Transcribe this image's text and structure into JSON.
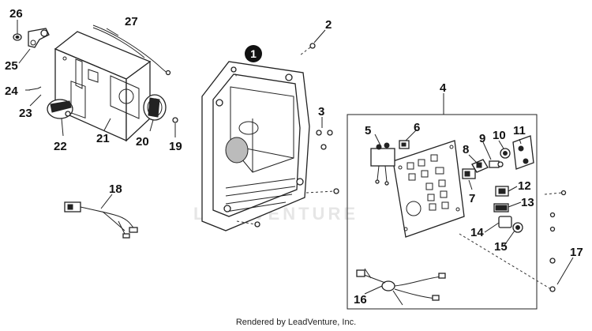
{
  "diagram": {
    "callouts": [
      "1",
      "2",
      "3",
      "4",
      "5",
      "6",
      "7",
      "8",
      "9",
      "10",
      "11",
      "12",
      "13",
      "14",
      "15",
      "16",
      "17",
      "18",
      "19",
      "20",
      "21",
      "22",
      "23",
      "24",
      "25",
      "26",
      "27"
    ],
    "watermark": "LEADVENTURE",
    "footer": "Rendered by LeadVenture, Inc."
  },
  "colors": {
    "line": "#222222",
    "label": "#111111",
    "watermark": "#e6e6e6"
  }
}
